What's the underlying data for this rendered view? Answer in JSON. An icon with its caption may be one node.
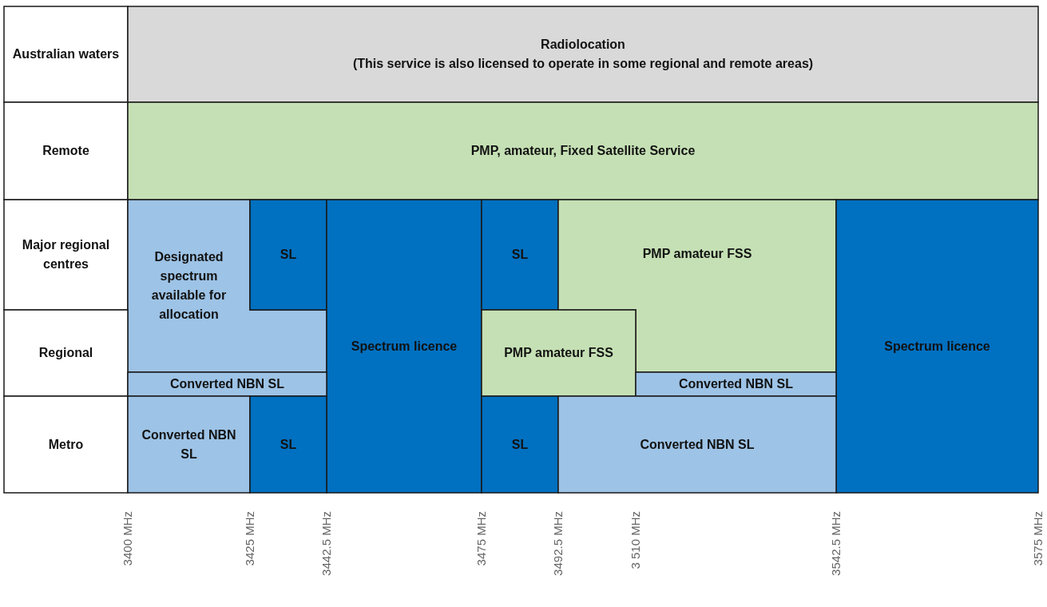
{
  "diagram": {
    "nodes": [
      {
        "text": [
          "Australian waters"
        ]
      },
      {
        "text": [
          "Radiolocation",
          "(This service is also licensed to operate in some regional and remote areas)"
        ]
      },
      {
        "text": [
          "Remote"
        ]
      },
      {
        "text": [
          "PMP, amateur, Fixed Satellite Service"
        ]
      },
      {
        "text": [
          "Major regional centres"
        ]
      },
      {
        "text": [
          "Designated spectrum available for allocation"
        ]
      },
      {
        "text": [
          "SL"
        ]
      },
      {
        "text": [
          "Spectrum licence"
        ]
      },
      {
        "text": [
          "SL"
        ]
      },
      {
        "text": [
          "PMP amateur FSS"
        ]
      },
      {
        "text": [
          "Spectrum licence"
        ]
      },
      {
        "text": [
          "Regional"
        ]
      },
      {
        "text": [
          "PMP amateur FSS"
        ]
      },
      {
        "text": [
          "Converted NBN SL"
        ]
      },
      {
        "text": [
          "Converted NBN SL"
        ]
      },
      {
        "text": [
          "Metro"
        ]
      },
      {
        "text": [
          "Converted NBN SL"
        ]
      },
      {
        "text": [
          "SL"
        ]
      },
      {
        "text": [
          "SL"
        ]
      },
      {
        "text": [
          "Converted NBN SL"
        ]
      }
    ],
    "edges": [],
    "labels": [
      "3400 MHz",
      "3425 MHz",
      "3442.5 MHz",
      "3475 MHz",
      "3492.5 MHz",
      "3 510 MHz",
      "3542.5 MHz",
      "3575 MHz"
    ]
  }
}
